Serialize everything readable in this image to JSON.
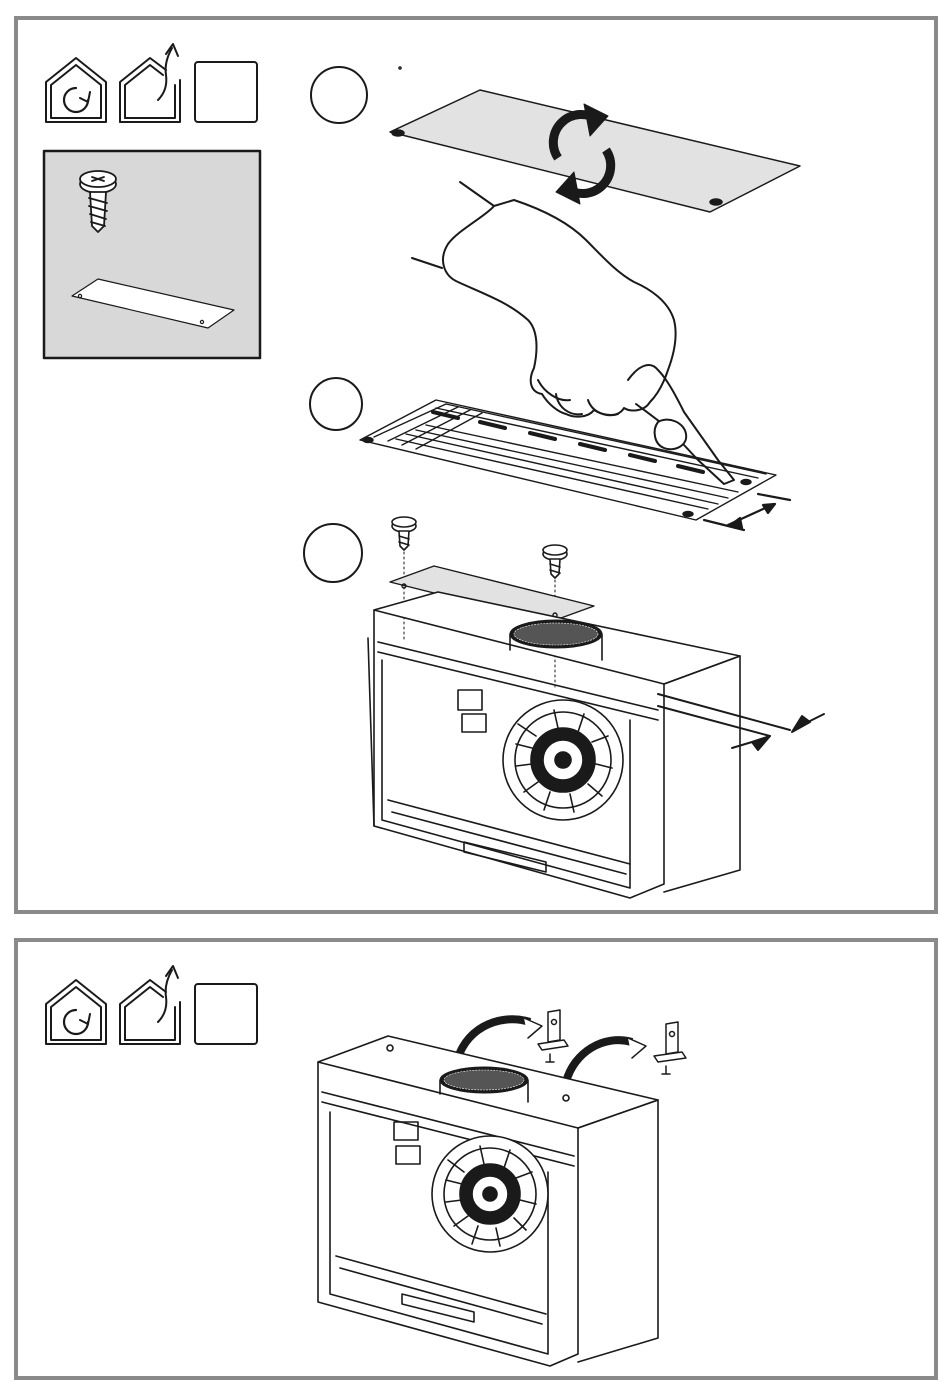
{
  "colors": {
    "frame": "#8a8a8a",
    "line": "#1a1a1a",
    "filter_fill": "#e2e2e2",
    "kit_fill": "#d8d8d8"
  },
  "panel_top": {
    "mode_icons": [
      "recirculation-mode-icon",
      "extraction-mode-icon",
      "blank-mode-box"
    ],
    "kit_items": [
      "screw-icon",
      "cover-plate-icon"
    ],
    "steps": [
      {
        "label": "",
        "illustration": "filter-flip"
      },
      {
        "label": "",
        "illustration": "trim-filter-with-cutter"
      },
      {
        "label": "",
        "illustration": "screw-plate-to-hood"
      }
    ]
  },
  "panel_bottom": {
    "mode_icons": [
      "recirculation-mode-icon",
      "extraction-mode-icon",
      "blank-mode-box"
    ],
    "illustration": "fit-brackets-to-hood"
  }
}
